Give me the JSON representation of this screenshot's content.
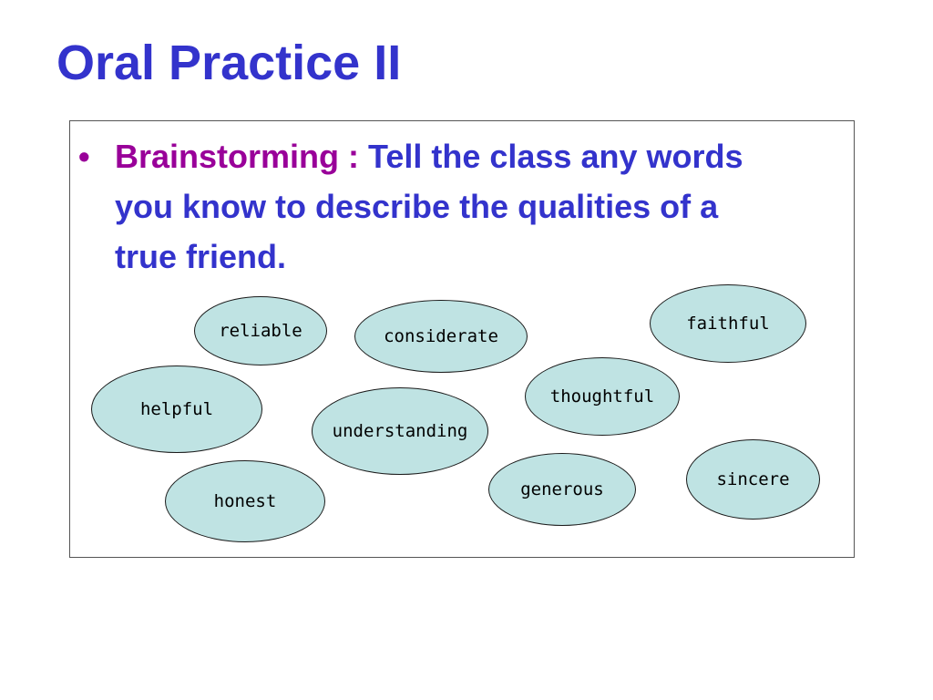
{
  "slide": {
    "title": "Oral Practice II",
    "bullet": {
      "marker": "•",
      "lead": "Brainstorming :",
      "text": " Tell the class any words you know to describe the qualities of a true friend."
    }
  },
  "words": [
    {
      "id": "reliable",
      "label": "reliable"
    },
    {
      "id": "considerate",
      "label": "considerate"
    },
    {
      "id": "faithful",
      "label": "faithful"
    },
    {
      "id": "helpful",
      "label": "helpful"
    },
    {
      "id": "understanding",
      "label": "understanding"
    },
    {
      "id": "thoughtful",
      "label": "thoughtful"
    },
    {
      "id": "honest",
      "label": "honest"
    },
    {
      "id": "generous",
      "label": "generous"
    },
    {
      "id": "sincere",
      "label": "sincere"
    }
  ],
  "colors": {
    "title": "#3333cc",
    "body_text": "#3333cc",
    "lead_text": "#990099",
    "oval_fill": "#bfe3e3",
    "box_border": "#555555"
  }
}
